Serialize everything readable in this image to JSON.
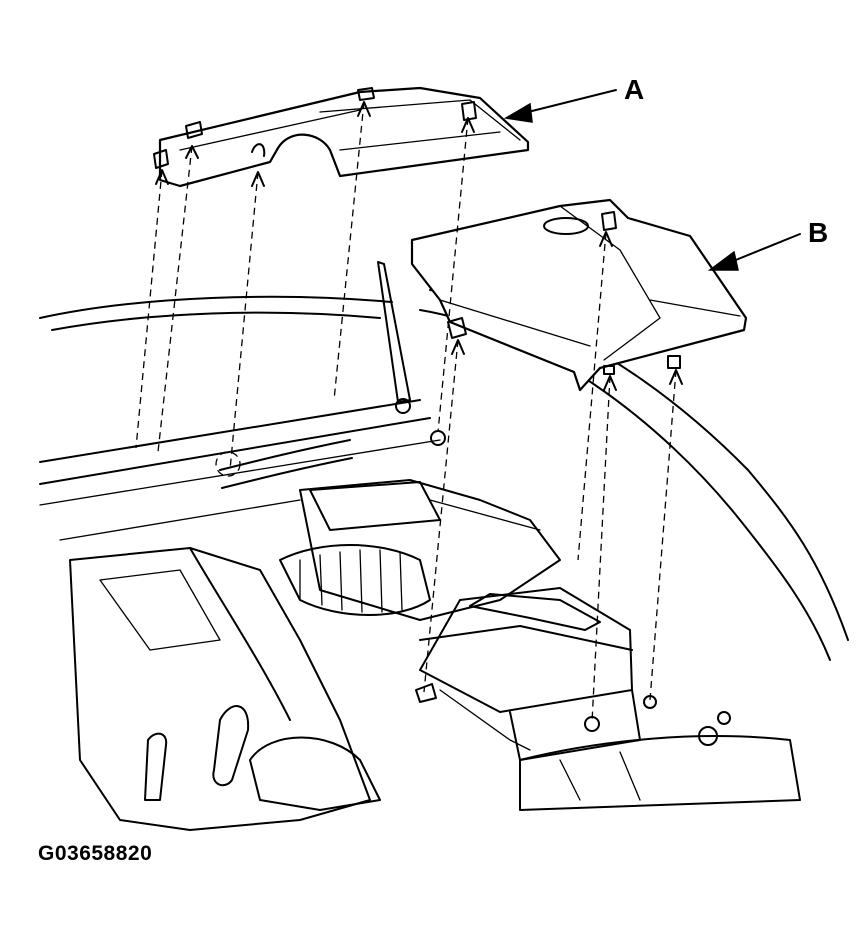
{
  "labels": {
    "a": "A",
    "b": "B"
  },
  "figure_code": "G03658820"
}
